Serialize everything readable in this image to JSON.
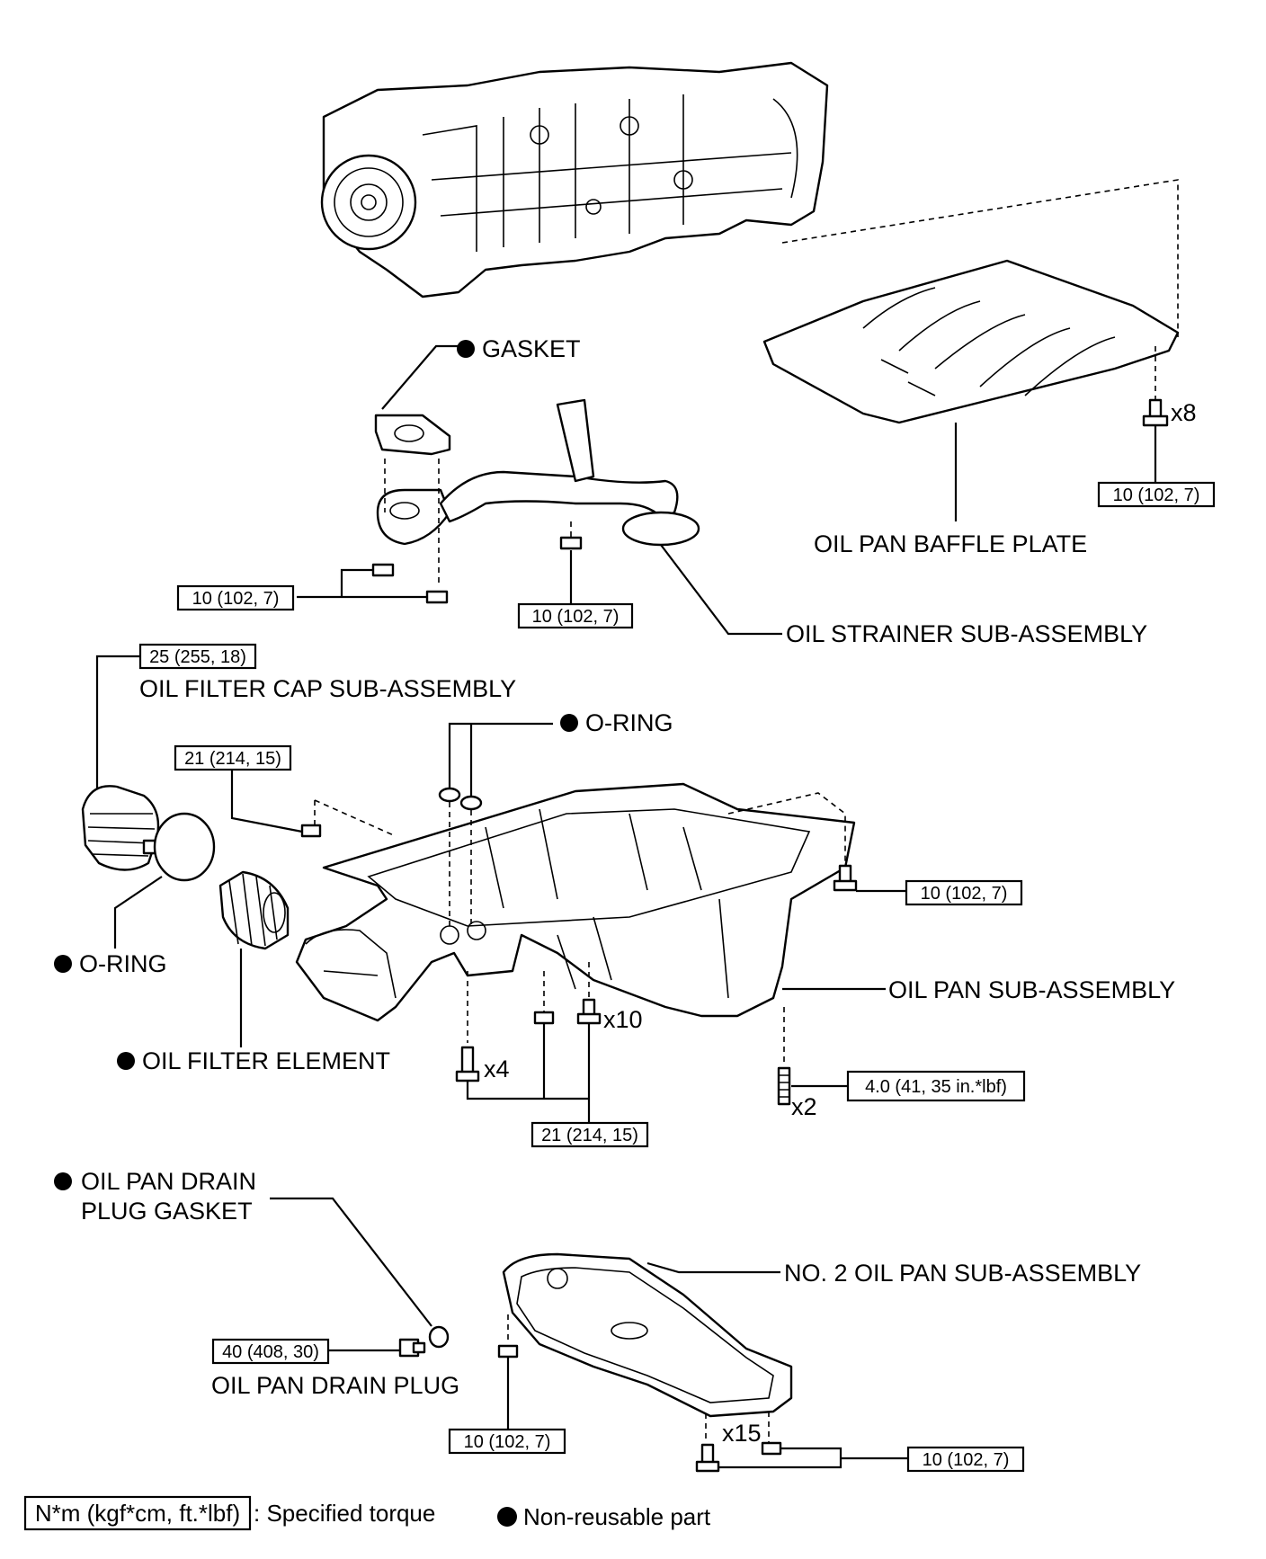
{
  "labels": {
    "gasket": "GASKET",
    "oil_pan_baffle_plate": "OIL PAN BAFFLE PLATE",
    "oil_strainer": "OIL STRAINER SUB-ASSEMBLY",
    "oil_filter_cap": "OIL FILTER CAP SUB-ASSEMBLY",
    "o_ring_top": "O-RING",
    "o_ring_left": "O-RING",
    "oil_filter_element": "OIL FILTER ELEMENT",
    "oil_pan_sub_assembly": "OIL PAN SUB-ASSEMBLY",
    "drain_plug_gasket_line1": "OIL PAN DRAIN",
    "drain_plug_gasket_line2": "PLUG GASKET",
    "no2_oil_pan": "NO. 2 OIL PAN SUB-ASSEMBLY",
    "oil_pan_drain_plug": "OIL PAN DRAIN PLUG"
  },
  "torques": {
    "baffle": "10 (102, 7)",
    "strainer_left": "10 (102, 7)",
    "strainer_right": "10 (102, 7)",
    "filter_cap": "25 (255, 18)",
    "pan_nut": "21 (214, 15)",
    "pan_right_bolt": "10 (102, 7)",
    "stud": "4.0 (41, 35 in.*lbf)",
    "pan_bottom": "21 (214, 15)",
    "drain_plug": "40 (408, 30)",
    "no2_left": "10 (102, 7)",
    "no2_right": "10 (102, 7)"
  },
  "quantities": {
    "baffle_bolts": "x8",
    "pan_bolts_10": "x10",
    "pan_bolts_4": "x4",
    "studs": "x2",
    "no2_bolts": "x15"
  },
  "legend": {
    "torque_unit": "N*m (kgf*cm, ft.*lbf)",
    "torque_desc": ": Specified torque",
    "non_reusable": "Non-reusable part"
  }
}
